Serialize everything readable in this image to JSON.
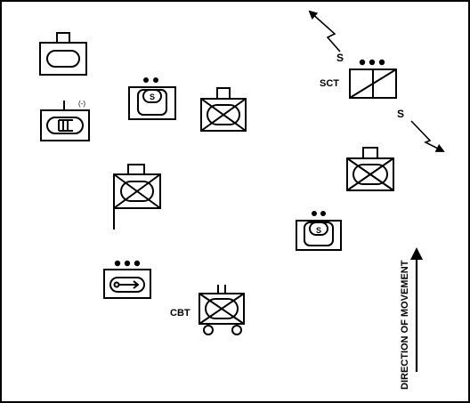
{
  "labels": {
    "sct": "SCT",
    "cbt": "CBT",
    "s_upper": "S",
    "s_lower": "S",
    "minus_modifier": "(-)",
    "direction_of_movement": "DIRECTION OF MOVEMENT",
    "supply_symbol": "S"
  },
  "colors": {
    "line": "#000000",
    "background": "#ffffff",
    "border": "#000000"
  }
}
